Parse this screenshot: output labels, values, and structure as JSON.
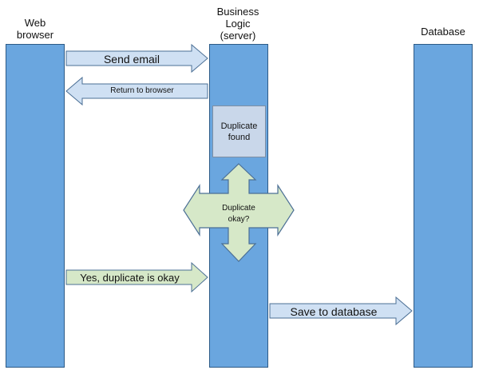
{
  "lanes": {
    "browser": "Web\nbrowser",
    "server": "Business\nLogic\n(server)",
    "database": "Database"
  },
  "messages": {
    "send_email": "Send email",
    "return_to_browser": "Return to browser",
    "duplicate_found": "Duplicate\nfound",
    "duplicate_okay": "Duplicate\nokay?",
    "yes_duplicate": "Yes, duplicate is okay",
    "save_to_database": "Save to database"
  },
  "colors": {
    "lane_fill": "#6aa6df",
    "lane_border": "#2c5a86",
    "arrow_blue": "#cfe0f3",
    "arrow_green": "#d6e8c8",
    "box_fill": "#c9d7ea"
  }
}
